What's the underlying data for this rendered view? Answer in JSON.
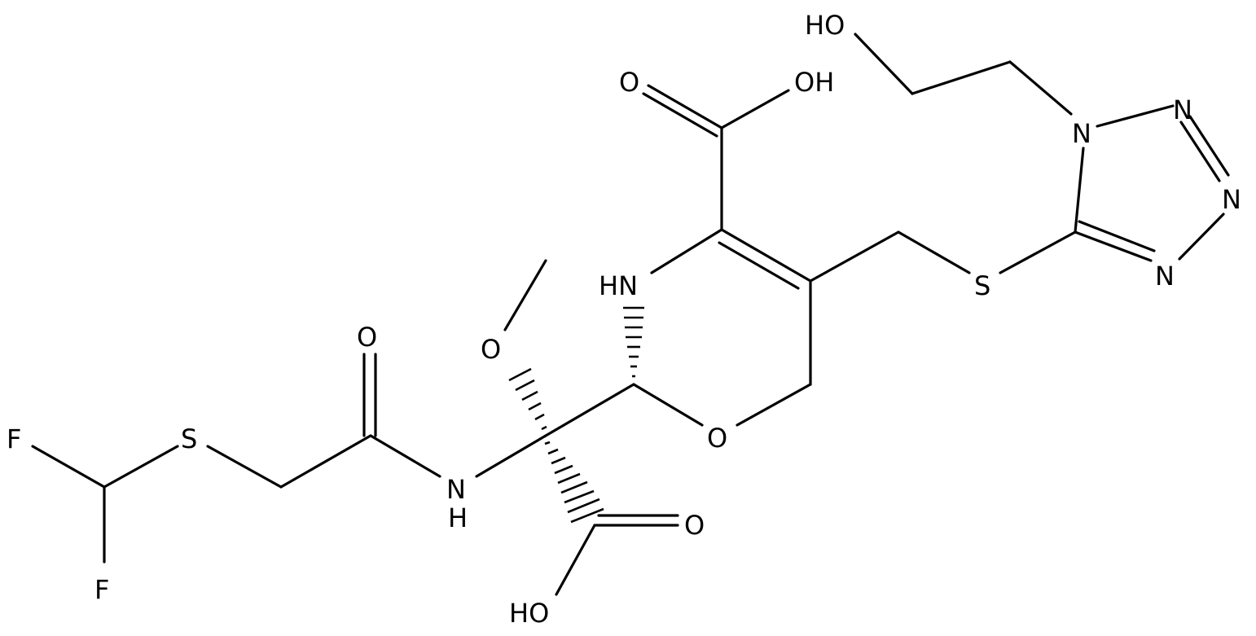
{
  "labels": {
    "ho_top": "HO",
    "n1": "N",
    "n2": "N",
    "n3": "N",
    "n4": "N",
    "cooh_top_o": "O",
    "cooh_top_oh": "OH",
    "hn_ring": "HN",
    "s_tetrazole": "S",
    "o_methoxy": "O",
    "o_amide": "O",
    "s_left": "S",
    "f_top": "F",
    "f_bottom": "F",
    "nh_n": "N",
    "nh_h": "H",
    "o_ring": "O",
    "cooh_bottom_o": "O",
    "ho_bottom": "HO"
  }
}
